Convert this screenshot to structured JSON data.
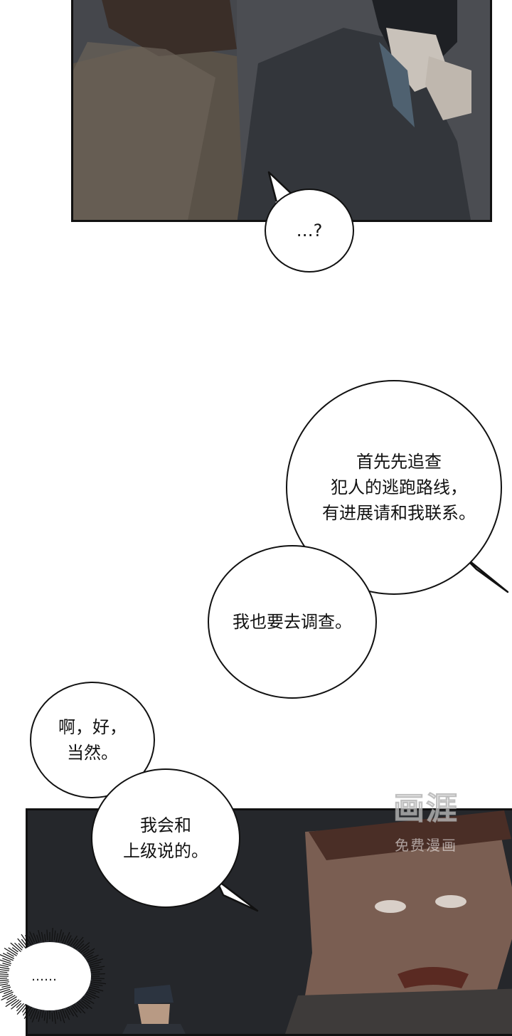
{
  "bubbles": {
    "question": "…?",
    "instruction": "首先先追查\n犯人的逃跑路线，\n有进展请和我联系。",
    "investigate": "我也要去调查。",
    "agree": "啊，好，\n当然。",
    "report": "我会和\n上级说的。",
    "silence": "……"
  },
  "watermark": {
    "brand": "画涯",
    "tagline": "免费漫画"
  },
  "colors": {
    "panel_top_bg": "#3d3f44",
    "panel_bottom_bg": "#232528",
    "ink": "#111111"
  }
}
